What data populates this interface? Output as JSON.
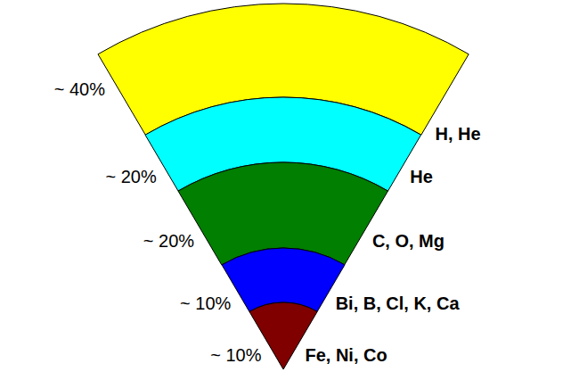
{
  "diagram": {
    "nodes": [
      {
        "text": [
          "~ 40%",
          "H, He"
        ]
      },
      {
        "text": [
          "~ 20%",
          "He"
        ]
      },
      {
        "text": [
          "~ 20%",
          "C, O, Mg"
        ]
      },
      {
        "text": [
          "~ 10%",
          "Bi, B, Cl, K, Ca"
        ]
      },
      {
        "text": [
          "~ 10%",
          "Fe, Ni, Co"
        ]
      }
    ]
  }
}
